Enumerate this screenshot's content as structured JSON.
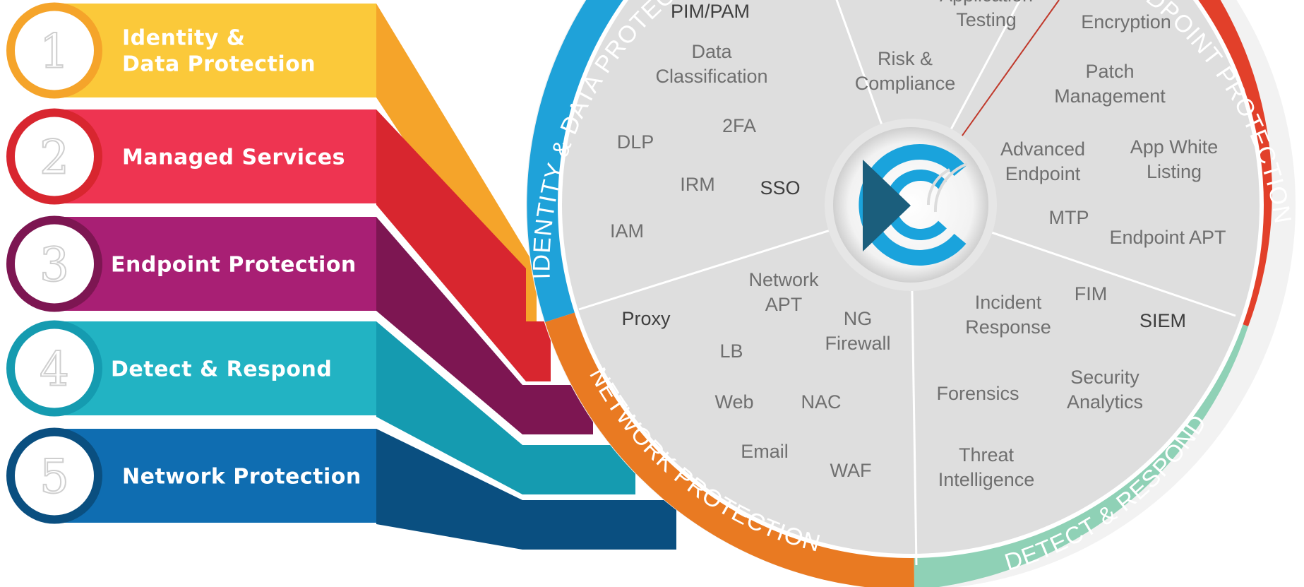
{
  "bands": [
    {
      "number": "1",
      "lines": [
        "Identity &",
        "Data Protection"
      ],
      "color": "#fbc93a",
      "dark": "#f5a42a"
    },
    {
      "number": "2",
      "lines": [
        "Managed Services"
      ],
      "color": "#ee3451",
      "dark": "#d8262f"
    },
    {
      "number": "3",
      "lines": [
        "Endpoint Protection"
      ],
      "color": "#a81f74",
      "dark": "#7d1652"
    },
    {
      "number": "4",
      "lines": [
        "Detect & Respond"
      ],
      "color": "#22b3c3",
      "dark": "#159bb0"
    },
    {
      "number": "5",
      "lines": [
        "Network Protection"
      ],
      "color": "#0f6db1",
      "dark": "#0a4f80"
    }
  ],
  "ring": {
    "identity": {
      "label": "IDENTITY & DATA PROTECTION",
      "color": "#1fa2d9"
    },
    "endpoint": {
      "label": "ENDPOINT PROTECTION",
      "color": "#e2402a"
    },
    "detect": {
      "label": "DETECT & RESPOND",
      "color": "#8fd1b6"
    },
    "network": {
      "label": "NETWORK PROTECTION",
      "color": "#e97a22"
    }
  },
  "wheel_items": [
    {
      "lines": [
        "PIM/PAM"
      ],
      "dark": true
    },
    {
      "lines": [
        "Data",
        "Classification"
      ]
    },
    {
      "lines": [
        "2FA"
      ]
    },
    {
      "lines": [
        "DLP"
      ]
    },
    {
      "lines": [
        "IRM"
      ]
    },
    {
      "lines": [
        "SSO"
      ],
      "dark": true
    },
    {
      "lines": [
        "IAM"
      ]
    },
    {
      "lines": [
        "Application",
        "Testing"
      ]
    },
    {
      "lines": [
        "Risk &",
        "Compliance"
      ]
    },
    {
      "lines": [
        "Encryption"
      ]
    },
    {
      "lines": [
        "Patch",
        "Management"
      ]
    },
    {
      "lines": [
        "Advanced",
        "Endpoint"
      ]
    },
    {
      "lines": [
        "App White",
        "Listing"
      ]
    },
    {
      "lines": [
        "MTP"
      ]
    },
    {
      "lines": [
        "Endpoint APT"
      ]
    },
    {
      "lines": [
        "Network",
        "APT"
      ]
    },
    {
      "lines": [
        "Proxy"
      ],
      "dark": true
    },
    {
      "lines": [
        "NG",
        "Firewall"
      ]
    },
    {
      "lines": [
        "LB"
      ]
    },
    {
      "lines": [
        "Web"
      ]
    },
    {
      "lines": [
        "NAC"
      ]
    },
    {
      "lines": [
        "Email"
      ]
    },
    {
      "lines": [
        "WAF"
      ]
    },
    {
      "lines": [
        "Incident",
        "Response"
      ]
    },
    {
      "lines": [
        "FIM"
      ]
    },
    {
      "lines": [
        "SIEM"
      ],
      "dark": true
    },
    {
      "lines": [
        "Forensics"
      ]
    },
    {
      "lines": [
        "Security",
        "Analytics"
      ]
    },
    {
      "lines": [
        "Threat",
        "Intelligence"
      ]
    }
  ],
  "logo": {
    "color_light": "#1aa3dc",
    "color_dark": "#1b5e7c"
  }
}
